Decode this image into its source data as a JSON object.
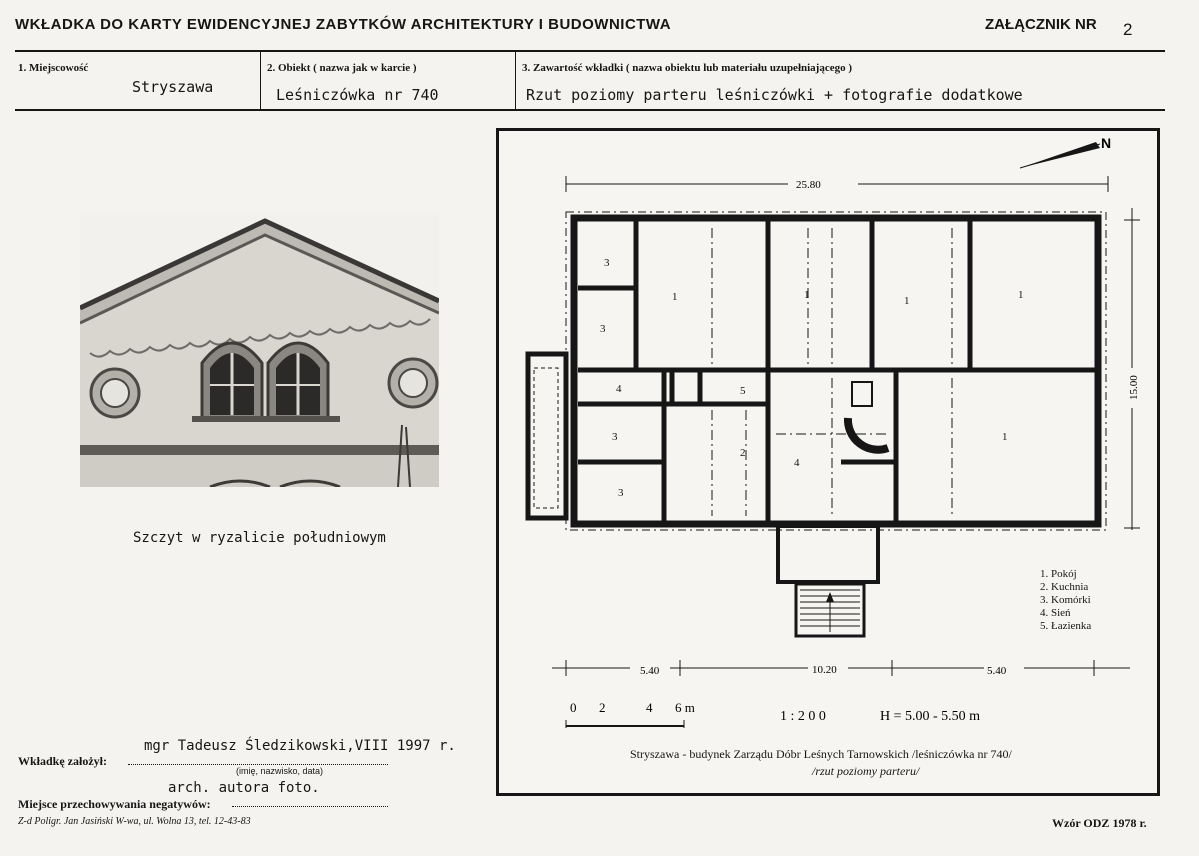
{
  "header": {
    "title": "WKŁADKA DO KARTY EWIDENCYJNEJ ZABYTKÓW ARCHITEKTURY I BUDOWNICTWA",
    "attachment_label": "ZAŁĄCZNIK NR",
    "attachment_number": "2"
  },
  "fields": {
    "locality_label": "1. Miejscowość",
    "locality_value": "Stryszawa",
    "object_label": "2. Obiekt ( nazwa jak w karcie )",
    "object_value": "Leśniczówka nr 740",
    "contents_label": "3. Zawartość wkładki ( nazwa obiektu lub materiału uzupełniającego )",
    "contents_value": "Rzut poziomy parteru leśniczówki + fotografie dodatkowe"
  },
  "photo": {
    "caption": "Szczyt w ryzalicie południowym"
  },
  "plan": {
    "dim_top": "25.80",
    "dim_side": "15.00",
    "dim_bottom": [
      "5.40",
      "10.20",
      "5.40"
    ],
    "scale_bar_labels": [
      "0",
      "2",
      "4",
      "6 m"
    ],
    "scale": "1 : 2 0 0",
    "height": "H = 5.00 - 5.50 m",
    "north": "N",
    "room_numbers": [
      "3",
      "1",
      "1",
      "1",
      "1",
      "3",
      "4",
      "5",
      "3",
      "2",
      "4",
      "1",
      "3"
    ],
    "legend": [
      "1. Pokój",
      "2. Kuchnia",
      "3. Komórki",
      "4. Sień",
      "5. Łazienka"
    ],
    "caption_line1": "Stryszawa - budynek Zarządu Dóbr Leśnych Tarnowskich /leśniczówka nr 740/",
    "caption_line2": "/rzut poziomy parteru/"
  },
  "footer": {
    "author_label": "Wkładkę założył:",
    "author_value": "mgr Tadeusz Śledzikowski,VIII 1997 r.",
    "author_hint": "(imię, nazwisko, data)",
    "storage_label": "Miejsce przechowywania negatywów:",
    "storage_value": "arch. autora foto.",
    "printer": "Z-d Poligr. Jan Jasiński W-wa, ul. Wolna 13, tel. 12-43-83",
    "form_code": "Wzór ODZ 1978 r."
  }
}
